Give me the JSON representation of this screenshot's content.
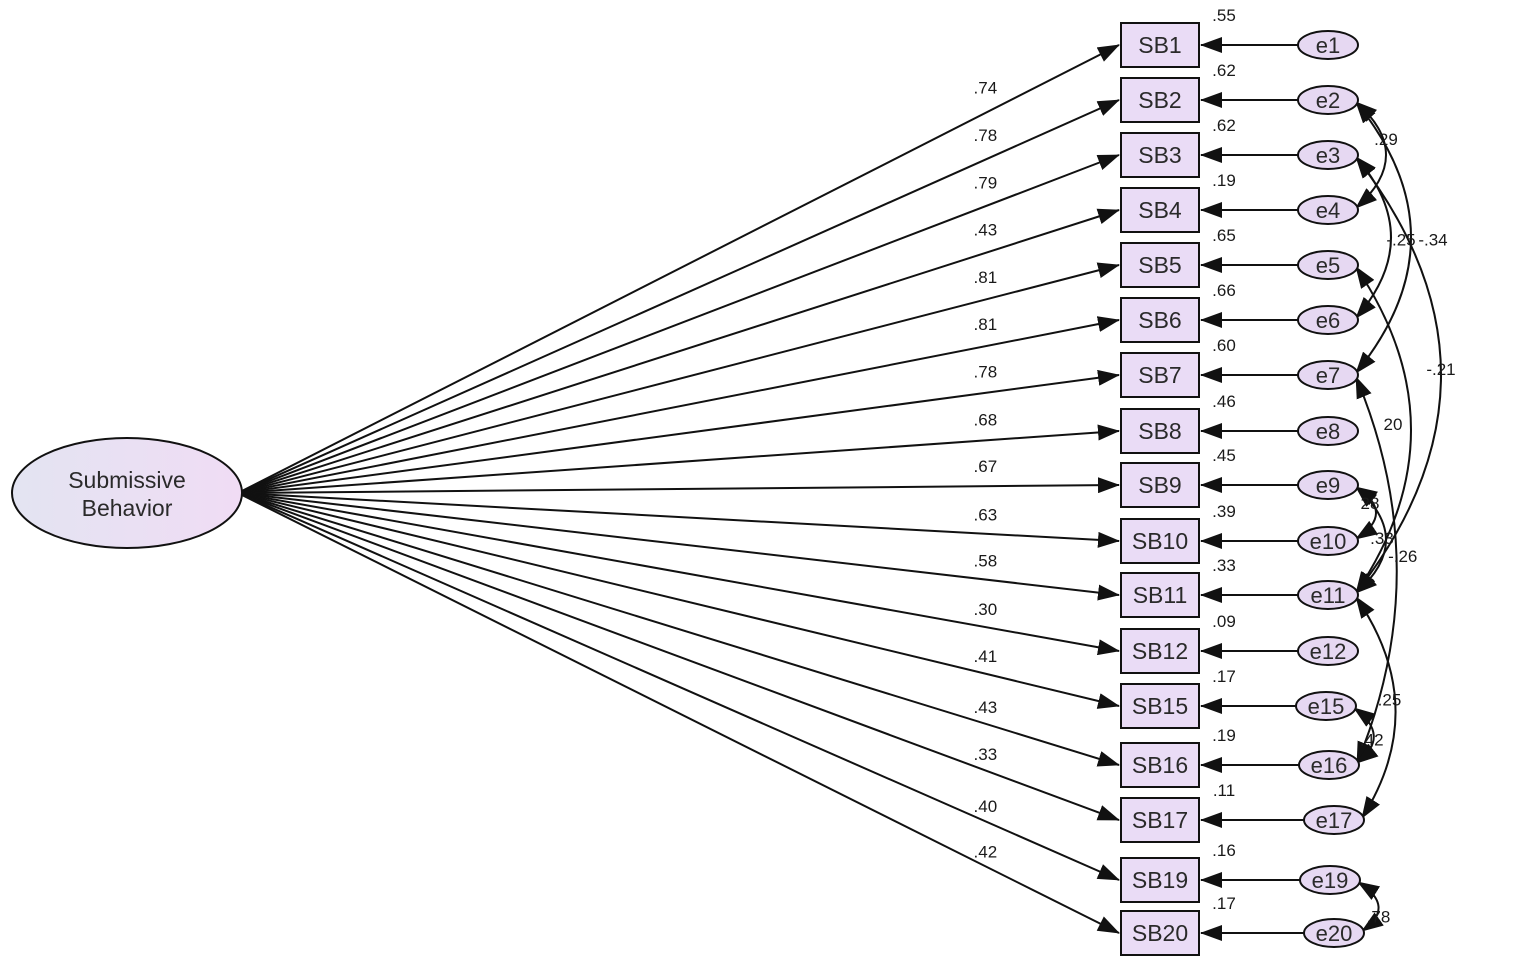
{
  "latent": {
    "label_line1": "Submissive",
    "label_line2": "Behavior"
  },
  "colors": {
    "latent_fill": "#ecdff4",
    "item_fill": "#eadcf6",
    "error_fill": "#e6d8f2",
    "stroke": "#111111"
  },
  "items": [
    {
      "name": "SB1",
      "error": "e1",
      "loading": ".74",
      "r2": ".55"
    },
    {
      "name": "SB2",
      "error": "e2",
      "loading": ".78",
      "r2": ".62"
    },
    {
      "name": "SB3",
      "error": "e3",
      "loading": ".79",
      "r2": ".62"
    },
    {
      "name": "SB4",
      "error": "e4",
      "loading": ".43",
      "r2": ".19"
    },
    {
      "name": "SB5",
      "error": "e5",
      "loading": ".81",
      "r2": ".65"
    },
    {
      "name": "SB6",
      "error": "e6",
      "loading": ".81",
      "r2": ".66"
    },
    {
      "name": "SB7",
      "error": "e7",
      "loading": ".78",
      "r2": ".60"
    },
    {
      "name": "SB8",
      "error": "e8",
      "loading": ".68",
      "r2": ".46"
    },
    {
      "name": "SB9",
      "error": "e9",
      "loading": ".67",
      "r2": ".45"
    },
    {
      "name": "SB10",
      "error": "e10",
      "loading": ".63",
      "r2": ".39"
    },
    {
      "name": "SB11",
      "error": "e11",
      "loading": ".58",
      "r2": ".33"
    },
    {
      "name": "SB12",
      "error": "e12",
      "loading": ".30",
      "r2": ".09"
    },
    {
      "name": "SB15",
      "error": "e15",
      "loading": ".41",
      "r2": ".17"
    },
    {
      "name": "SB16",
      "error": "e16",
      "loading": ".43",
      "r2": ".19"
    },
    {
      "name": "SB17",
      "error": "e17",
      "loading": ".33",
      "r2": ".11"
    },
    {
      "name": "SB19",
      "error": "e19",
      "loading": ".40",
      "r2": ".16"
    },
    {
      "name": "SB20",
      "error": "e20",
      "loading": ".42",
      "r2": ".17"
    }
  ],
  "covariances": [
    {
      "from": "e2",
      "to": "e4",
      "value": ".29"
    },
    {
      "from": "e3",
      "to": "e6",
      "value": "-.25"
    },
    {
      "from": "e2",
      "to": "e7",
      "value": "-.34"
    },
    {
      "from": "e3",
      "to": "e11",
      "value": "-.21"
    },
    {
      "from": "e5",
      "to": "e11",
      "value": "20"
    },
    {
      "from": "e9",
      "to": "e10",
      "value": "28"
    },
    {
      "from": "e9",
      "to": "e11",
      "value": ".33"
    },
    {
      "from": "e7",
      "to": "e16",
      "value": "-.26"
    },
    {
      "from": "e11",
      "to": "e17",
      "value": ".25"
    },
    {
      "from": "e15",
      "to": "e16",
      "value": ".42"
    },
    {
      "from": "e19",
      "to": "e20",
      "value": ".78"
    }
  ]
}
